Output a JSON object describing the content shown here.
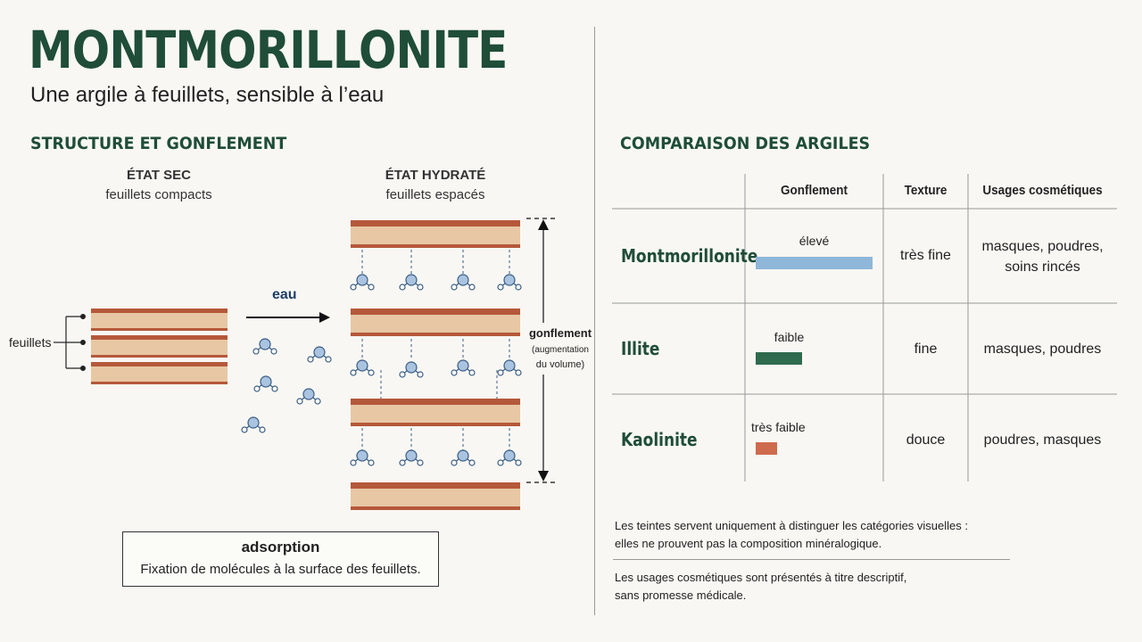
{
  "title": "MONTMORILLONITE",
  "subtitle": "Une argile à feuillets, sensible à l’eau",
  "left": {
    "heading": "STRUCTURE ET GONFLEMENT",
    "dry": {
      "title": "ÉTAT SEC",
      "subtitle": "feuillets compacts"
    },
    "hydrated": {
      "title": "ÉTAT HYDRATÉ",
      "subtitle": "feuillets espacés"
    },
    "leaves_label": "feuillets",
    "water_label": "eau",
    "swelling": {
      "title": "gonflement",
      "detail_1": "(augmentation",
      "detail_2": "du volume)"
    },
    "adsorption": {
      "title": "adsorption",
      "description": "Fixation de molécules à la surface des feuillets."
    }
  },
  "right": {
    "heading": "COMPARAISON DES ARGILES",
    "columns": [
      "Gonflement",
      "Texture",
      "Usages cosmétiques"
    ],
    "rows": [
      {
        "name": "Montmorillonite",
        "swelling_label": "élevé",
        "swelling_level": 1.0,
        "color": "#8fb7d9",
        "texture": "très fine",
        "uses_1": "masques, poudres,",
        "uses_2": "soins rincés"
      },
      {
        "name": "Illite",
        "swelling_label": "faible",
        "swelling_level": 0.4,
        "color": "#2e6b4e",
        "texture": "fine",
        "uses_1": "masques, poudres",
        "uses_2": ""
      },
      {
        "name": "Kaolinite",
        "swelling_label": "très faible",
        "swelling_level": 0.18,
        "color": "#cf6b4d",
        "texture": "douce",
        "uses_1": "poudres, masques",
        "uses_2": ""
      }
    ],
    "note_1a": "Les teintes servent uniquement à distinguer les catégories visuelles :",
    "note_1b": "elles ne prouvent pas la composition minéralogique.",
    "note_2a": "Les usages cosmétiques sont présentés à titre descriptif,",
    "note_2b": "sans promesse médicale."
  },
  "colors": {
    "heading_green": "#1f4d38",
    "layer_top": "#b5583a",
    "layer_body": "#e8c7a4",
    "molecule": "#a9c3e0"
  }
}
